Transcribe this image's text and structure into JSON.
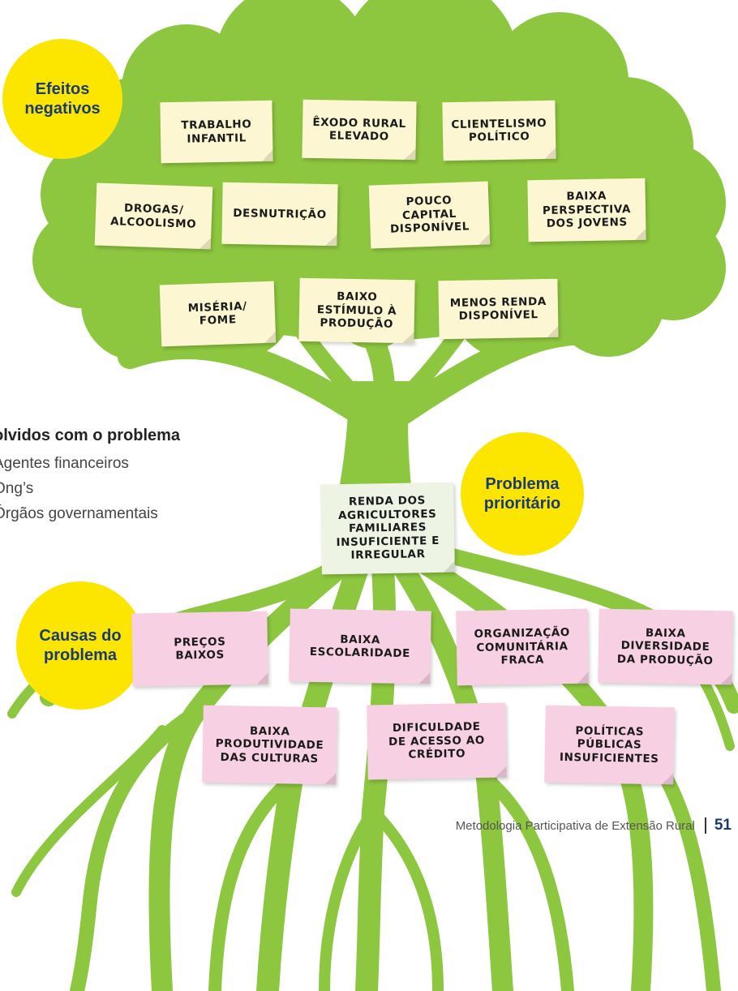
{
  "labels": {
    "effects": "Efeitos\nnegativos",
    "problem": "Problema\nprioritário",
    "causes": "Causas do\nproblema"
  },
  "effects": [
    "TRABALHO\nINFANTIL",
    "ÊXODO RURAL\nELEVADO",
    "CLIENTELISMO\nPOLÍTICO",
    "DROGAS/\nALCOOLISMO",
    "DESNUTRIÇÃO",
    "POUCO\nCAPITAL\nDISPONÍVEL",
    "BAIXA\nPERSPECTIVA\nDOS JOVENS",
    "MISÉRIA/\nFOME",
    "BAIXO\nESTÍMULO À\nPRODUÇÃO",
    "MENOS RENDA\nDISPONÍVEL"
  ],
  "problem": "RENDA DOS\nAGRICULTORES\nFAMILIARES\nINSUFICIENTE E\nIRREGULAR",
  "causes": [
    "PREÇOS\nBAIXOS",
    "BAIXA\nESCOLARIDADE",
    "ORGANIZAÇÃO\nCOMUNITÁRIA\nFRACA",
    "BAIXA\nDIVERSIDADE\nDA PRODUÇÃO",
    "BAIXA\nPRODUTIVIDADE\nDAS CULTURAS",
    "DIFICULDADE\nDE ACESSO AO\nCRÉDITO",
    "POLÍTICAS\nPÚBLICAS\nINSUFICIENTES"
  ],
  "stakeholders": {
    "title": "olvidos com o problema",
    "items": [
      "Agentes financeiros",
      "Ong’s",
      "Órgãos governamentais"
    ]
  },
  "footer": {
    "text": "Metodologia Participativa de Extensão Rural",
    "page": "51"
  },
  "colors": {
    "tree": "#8dc63f",
    "tree_dark": "#6fad2e",
    "circle": "#fce600",
    "circle_text": "#1a3a73",
    "note_effect": "#fdf6d2",
    "note_problem": "#edf4e4",
    "note_cause": "#f7d0e3"
  }
}
